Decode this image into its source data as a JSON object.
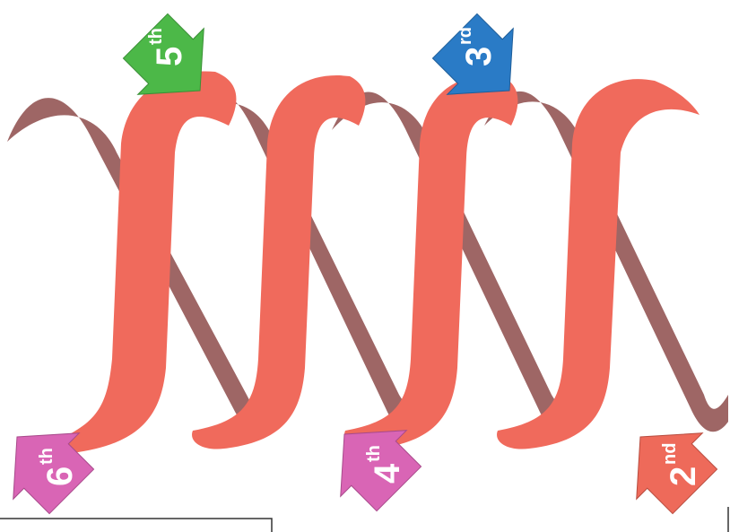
{
  "labels": {
    "fifth": {
      "num": "5",
      "suffix": "th"
    },
    "third": {
      "num": "3",
      "suffix": "rd"
    },
    "sixth": {
      "num": "6",
      "suffix": "th"
    },
    "fourth": {
      "num": "4",
      "suffix": "th"
    },
    "second": {
      "num": "2",
      "suffix": "nd"
    }
  },
  "colors": {
    "front_strand": "#f06a5c",
    "back_strand": "#9e6665",
    "arrow_green": "#4cb848",
    "arrow_blue": "#2a7bc6",
    "arrow_pink": "#d965b5",
    "arrow_salmon": "#ee6a5a"
  }
}
